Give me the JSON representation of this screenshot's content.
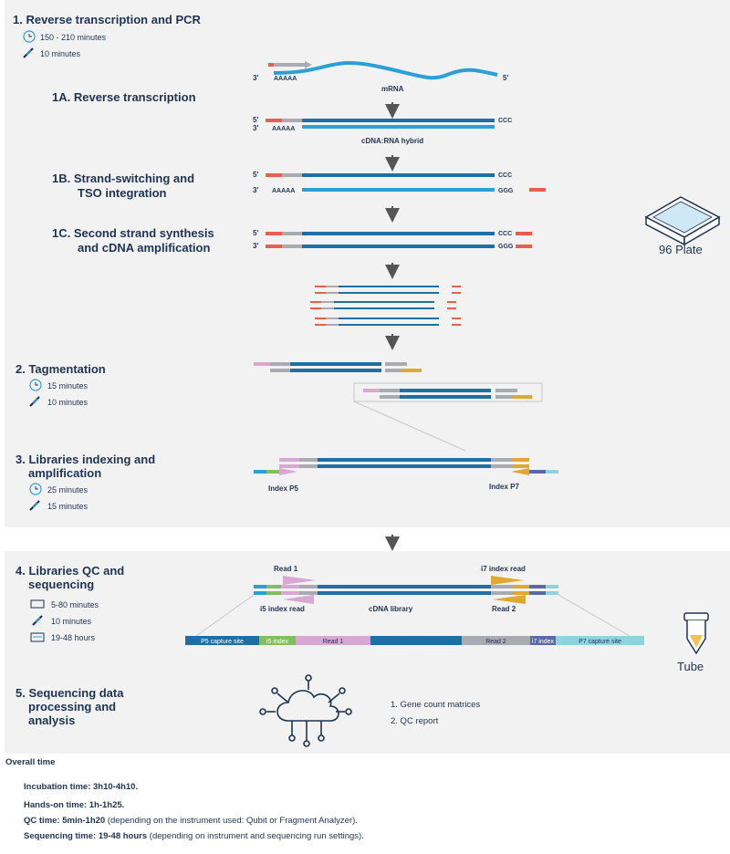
{
  "step1": {
    "title": "1. Reverse transcription and PCR",
    "incubation": "150 - 210 minutes",
    "handson": "10 minutes",
    "sub_a": "1A. Reverse transcription",
    "sub_b1": "1B. Strand-switching and",
    "sub_b2": "TSO integration",
    "sub_c1": "1C. Second strand synthesis",
    "sub_c2": "and cDNA amplification"
  },
  "step2": {
    "title": "2. Tagmentation",
    "incubation": "15 minutes",
    "handson": "10 minutes"
  },
  "step3": {
    "title1": "3. Libraries indexing and",
    "title2": "amplification",
    "incubation": "25 minutes",
    "handson": "15 minutes"
  },
  "step4": {
    "title1": "4. Libraries QC and",
    "title2": "sequencing",
    "qc": "5-80 minutes",
    "handson": "10 minutes",
    "sequencing": "19-48 hours"
  },
  "step5": {
    "title1": "5. Sequencing data",
    "title2": "processing and",
    "title3": "analysis",
    "out1": "1. Gene count matrices",
    "out2": "2. QC report"
  },
  "labels": {
    "mrna": "mRNA",
    "hybrid": "cDNA:RNA hybrid",
    "three": "3'",
    "five": "5'",
    "polya": "AAAAA",
    "ccc": "CCC",
    "ggg": "GGG",
    "plate": "96 Plate",
    "tube": "Tube",
    "index_p5": "Index P5",
    "index_p7": "Index P7",
    "read1": "Read 1",
    "read2": "Read 2",
    "i7read": "i7 index read",
    "i5read": "i5 index read",
    "cdna_lib": "cDNA library"
  },
  "library_bar": [
    "P5 capture site",
    "i5 index",
    "Read 1",
    "cDNA",
    "Read 2",
    "i7 index",
    "P7 capture site"
  ],
  "footer": {
    "title": "Overall time",
    "inc_b": "Incubation time: 3h10-4h10.",
    "hand_b": "Hands-on time: 1h-1h25.",
    "qc_b": "QC time: 5min-1h20",
    "qc_r": " (depending on the instrument used: Qubit or Fragment Analyzer).",
    "seq_b": "Sequencing time: 19-48 hours",
    "seq_r": " (depending on instrument and sequencing run settings)."
  },
  "colors": {
    "dark_blue": "#1d6fa5",
    "light_blue": "#2b9fd6",
    "gray": "#a9abb3",
    "red": "#e8604c",
    "pink": "#d8a7d3",
    "gold": "#e0a82e",
    "teal": "#8fd3df",
    "green": "#7fbf5e"
  }
}
